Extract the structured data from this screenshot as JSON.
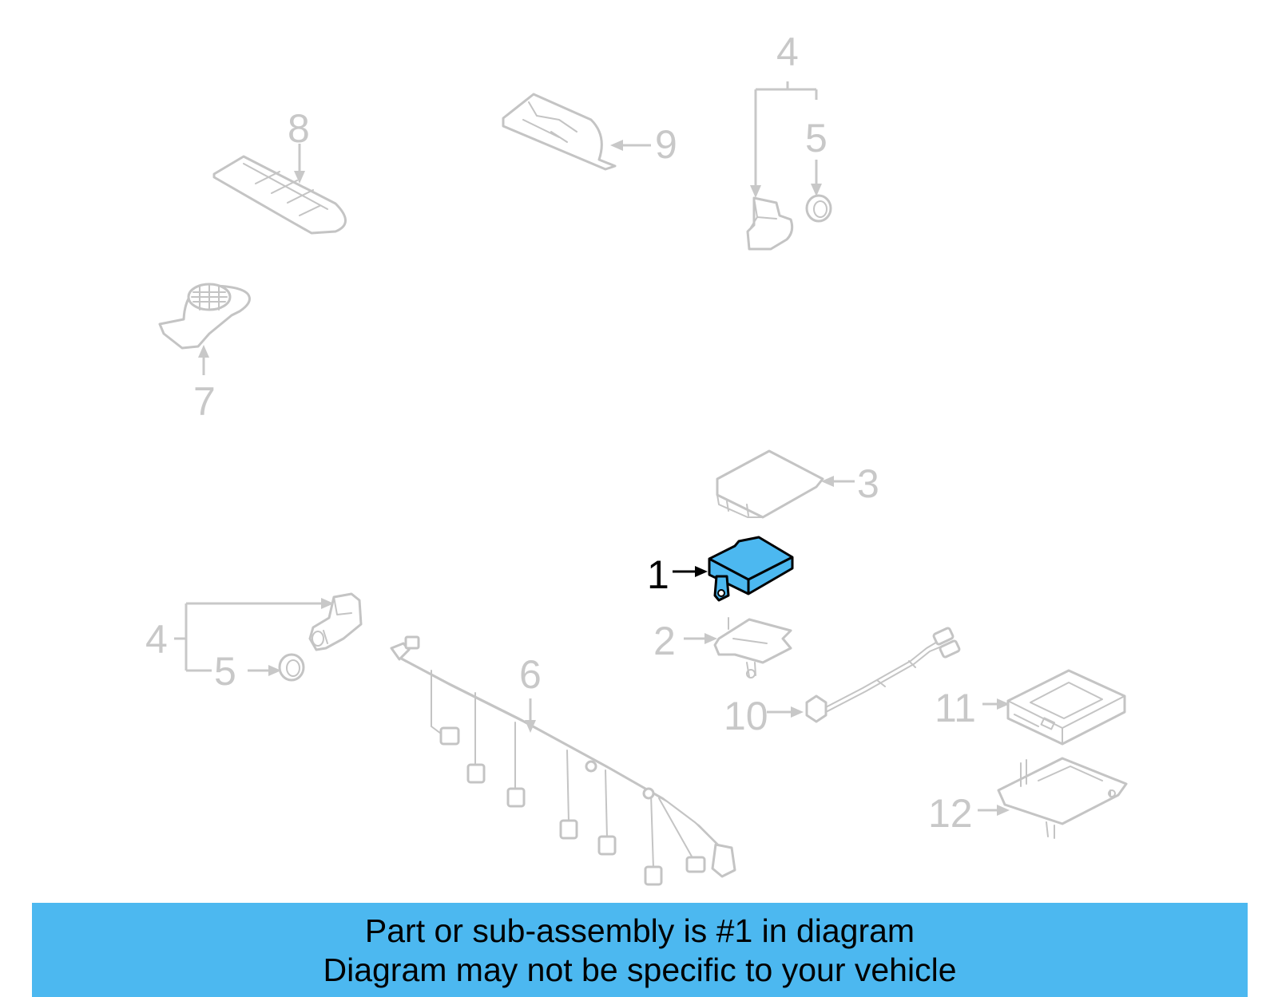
{
  "diagram": {
    "highlight_color": "#4cb8f0",
    "callouts": [
      {
        "id": "c1",
        "label": "1"
      },
      {
        "id": "c2",
        "label": "2"
      },
      {
        "id": "c3",
        "label": "3"
      },
      {
        "id": "c4a",
        "label": "4"
      },
      {
        "id": "c5a",
        "label": "5"
      },
      {
        "id": "c4b",
        "label": "4"
      },
      {
        "id": "c5b",
        "label": "5"
      },
      {
        "id": "c6",
        "label": "6"
      },
      {
        "id": "c7",
        "label": "7"
      },
      {
        "id": "c8",
        "label": "8"
      },
      {
        "id": "c9",
        "label": "9"
      },
      {
        "id": "c10",
        "label": "10"
      },
      {
        "id": "c11",
        "label": "11"
      },
      {
        "id": "c12",
        "label": "12"
      }
    ]
  },
  "banner": {
    "line1": "Part or sub-assembly is #1 in diagram",
    "line2": "Diagram may not be specific to your vehicle",
    "background": "#4cb8f0"
  }
}
